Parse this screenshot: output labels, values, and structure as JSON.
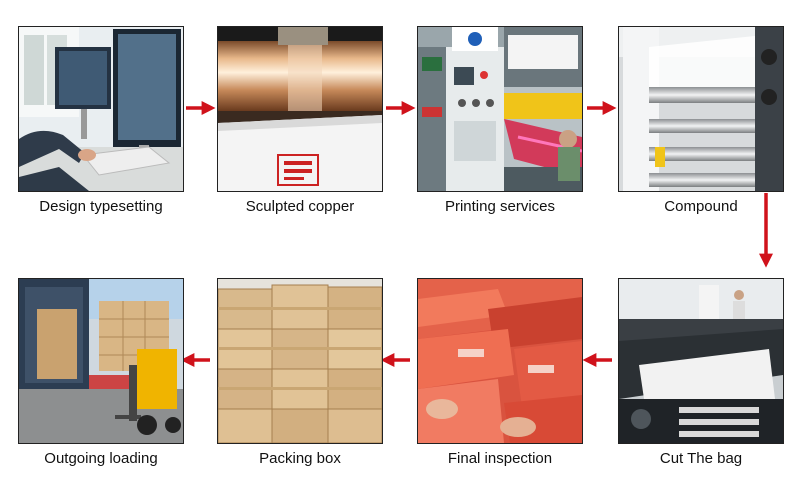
{
  "steps": [
    {
      "label": "Design typesetting",
      "photo": "office-computer-workstation"
    },
    {
      "label": "Sculpted copper",
      "photo": "copper-gravure-cylinder"
    },
    {
      "label": "Printing services",
      "photo": "gravure-printing-press"
    },
    {
      "label": "Compound",
      "photo": "lamination-machine"
    },
    {
      "label": "Cut The bag",
      "photo": "bag-cutting-machine"
    },
    {
      "label": "Final inspection",
      "photo": "red-bags-inspection"
    },
    {
      "label": "Packing box",
      "photo": "stacked-cartons"
    },
    {
      "label": "Outgoing loading",
      "photo": "container-forklift-loading"
    }
  ],
  "colors": {
    "arrow": "#d0121b",
    "caption": "#111111",
    "frame": "#222222"
  }
}
